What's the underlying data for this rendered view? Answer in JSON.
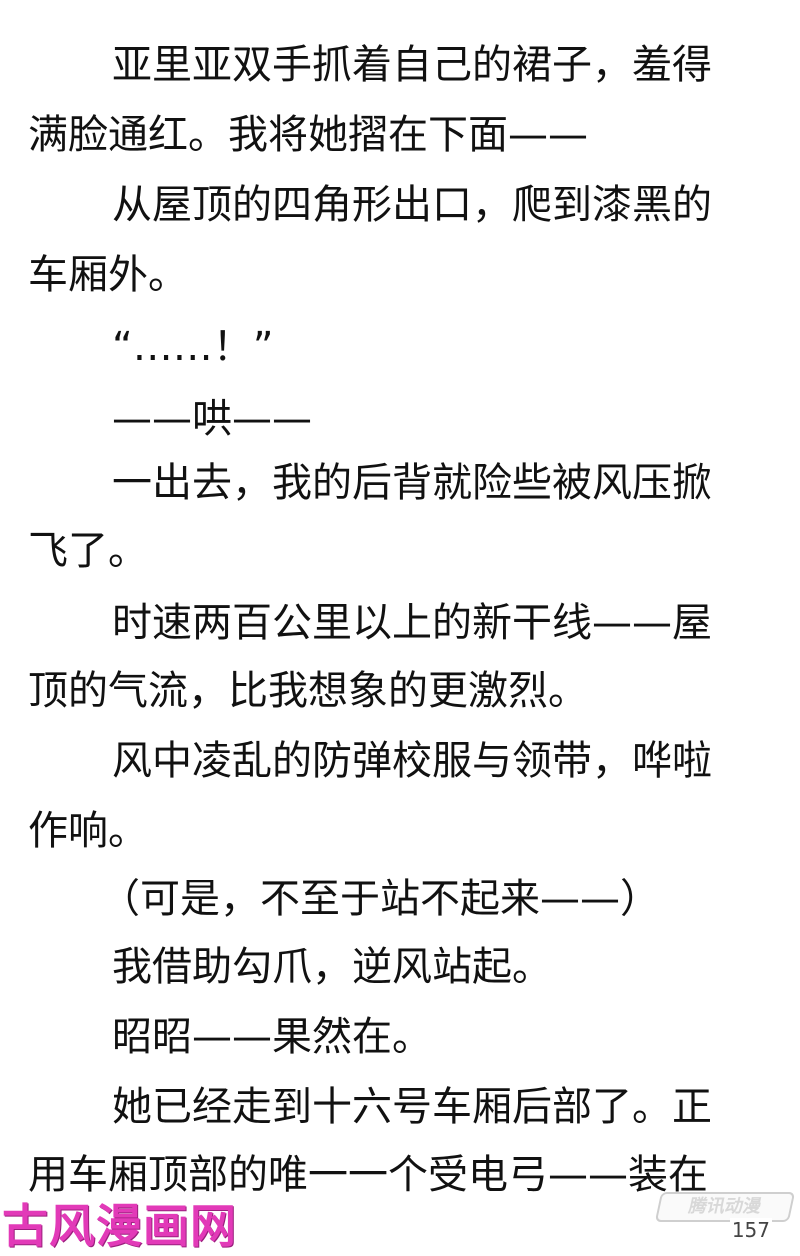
{
  "lines": [
    "亚里亚双手抓着自己的裙子，羞得",
    "满脸通红。我将她摺在下面——",
    "从屋顶的四角形出口，爬到漆黑的",
    "车厢外。",
    "“……！”",
    "——哄——",
    "一出去，我的后背就险些被风压掀",
    "飞了。",
    "时速两百公里以上的新干线——屋",
    "顶的气流，比我想象的更激烈。",
    "风中凌乱的防弹校服与领带，哗啦",
    "作响。",
    "（可是，不至于站不起来——）",
    "我借助勾爪，逆风站起。",
    "昭昭——果然在。",
    "她已经走到十六号车厢后部了。正",
    "用车厢顶部的唯一一个受电弓——装在"
  ],
  "watermark_left": "古风漫画网",
  "watermark_right": "腾讯动漫",
  "page_number": "157"
}
